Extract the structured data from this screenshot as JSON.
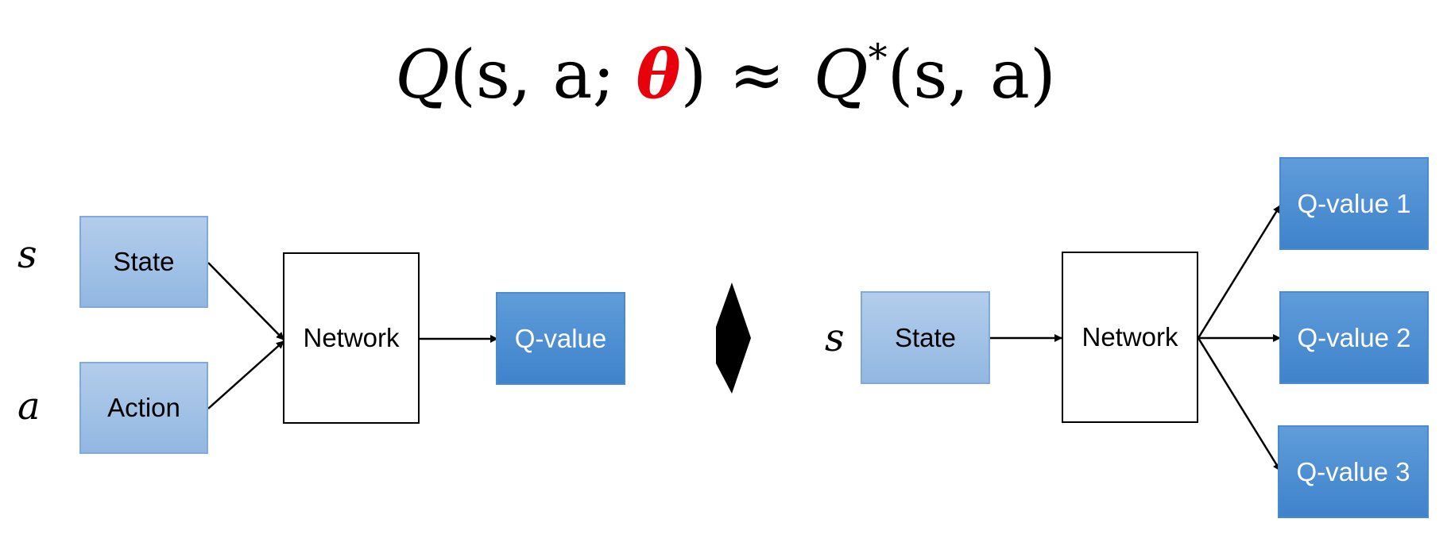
{
  "equation": {
    "lhs_func": "Q",
    "lhs_open": "(s, a; ",
    "lhs_param": "θ",
    "lhs_close": ")",
    "approx": "≈",
    "rhs_func": "Q",
    "rhs_star": "*",
    "rhs_args": "(s, a)",
    "param_color": "#e8000b"
  },
  "left_diagram": {
    "var_s": "s",
    "var_a": "a",
    "state_label": "State",
    "action_label": "Action",
    "network_label": "Network",
    "output_label": "Q-value"
  },
  "transition_arrow": "right-arrow-icon",
  "right_diagram": {
    "var_s": "s",
    "state_label": "State",
    "network_label": "Network",
    "outputs": [
      "Q-value 1",
      "Q-value 2",
      "Q-value 3"
    ]
  },
  "colors": {
    "input_box": "#9dbfe6",
    "output_box": "#4a8bd0",
    "network_border": "#000000"
  }
}
